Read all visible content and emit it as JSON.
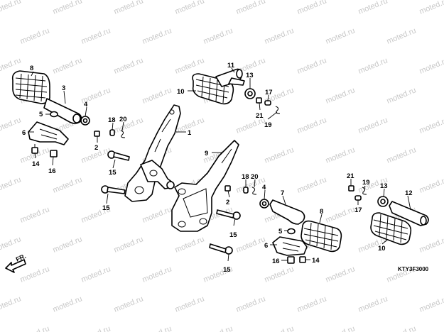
{
  "watermark_text": "moted.ru",
  "diagram_code": "KTY3F3000",
  "direction_label": "FR.",
  "callouts": [
    {
      "id": "c8a",
      "text": "8"
    },
    {
      "id": "c3",
      "text": "3"
    },
    {
      "id": "c5a",
      "text": "5"
    },
    {
      "id": "c6a",
      "text": "6"
    },
    {
      "id": "c14a",
      "text": "14"
    },
    {
      "id": "c16a",
      "text": "16"
    },
    {
      "id": "c4a",
      "text": "4"
    },
    {
      "id": "c2a",
      "text": "2"
    },
    {
      "id": "c18a",
      "text": "18"
    },
    {
      "id": "c20a",
      "text": "20"
    },
    {
      "id": "c1",
      "text": "1"
    },
    {
      "id": "c15a",
      "text": "15"
    },
    {
      "id": "c15b",
      "text": "15"
    },
    {
      "id": "c15c",
      "text": "15"
    },
    {
      "id": "c15d",
      "text": "15"
    },
    {
      "id": "c11",
      "text": "11"
    },
    {
      "id": "c10a",
      "text": "10"
    },
    {
      "id": "c13a",
      "text": "13"
    },
    {
      "id": "c17a",
      "text": "17"
    },
    {
      "id": "c21a",
      "text": "21"
    },
    {
      "id": "c19a",
      "text": "19"
    },
    {
      "id": "c9",
      "text": "9"
    },
    {
      "id": "c18b",
      "text": "18"
    },
    {
      "id": "c20b",
      "text": "20"
    },
    {
      "id": "c4b",
      "text": "4"
    },
    {
      "id": "c2b",
      "text": "2"
    },
    {
      "id": "c7",
      "text": "7"
    },
    {
      "id": "c8b",
      "text": "8"
    },
    {
      "id": "c5b",
      "text": "5"
    },
    {
      "id": "c6b",
      "text": "6"
    },
    {
      "id": "c16b",
      "text": "16"
    },
    {
      "id": "c14b",
      "text": "14"
    },
    {
      "id": "c21b",
      "text": "21"
    },
    {
      "id": "c19b",
      "text": "19"
    },
    {
      "id": "c17b",
      "text": "17"
    },
    {
      "id": "c13b",
      "text": "13"
    },
    {
      "id": "c12",
      "text": "12"
    },
    {
      "id": "c10b",
      "text": "10"
    }
  ]
}
